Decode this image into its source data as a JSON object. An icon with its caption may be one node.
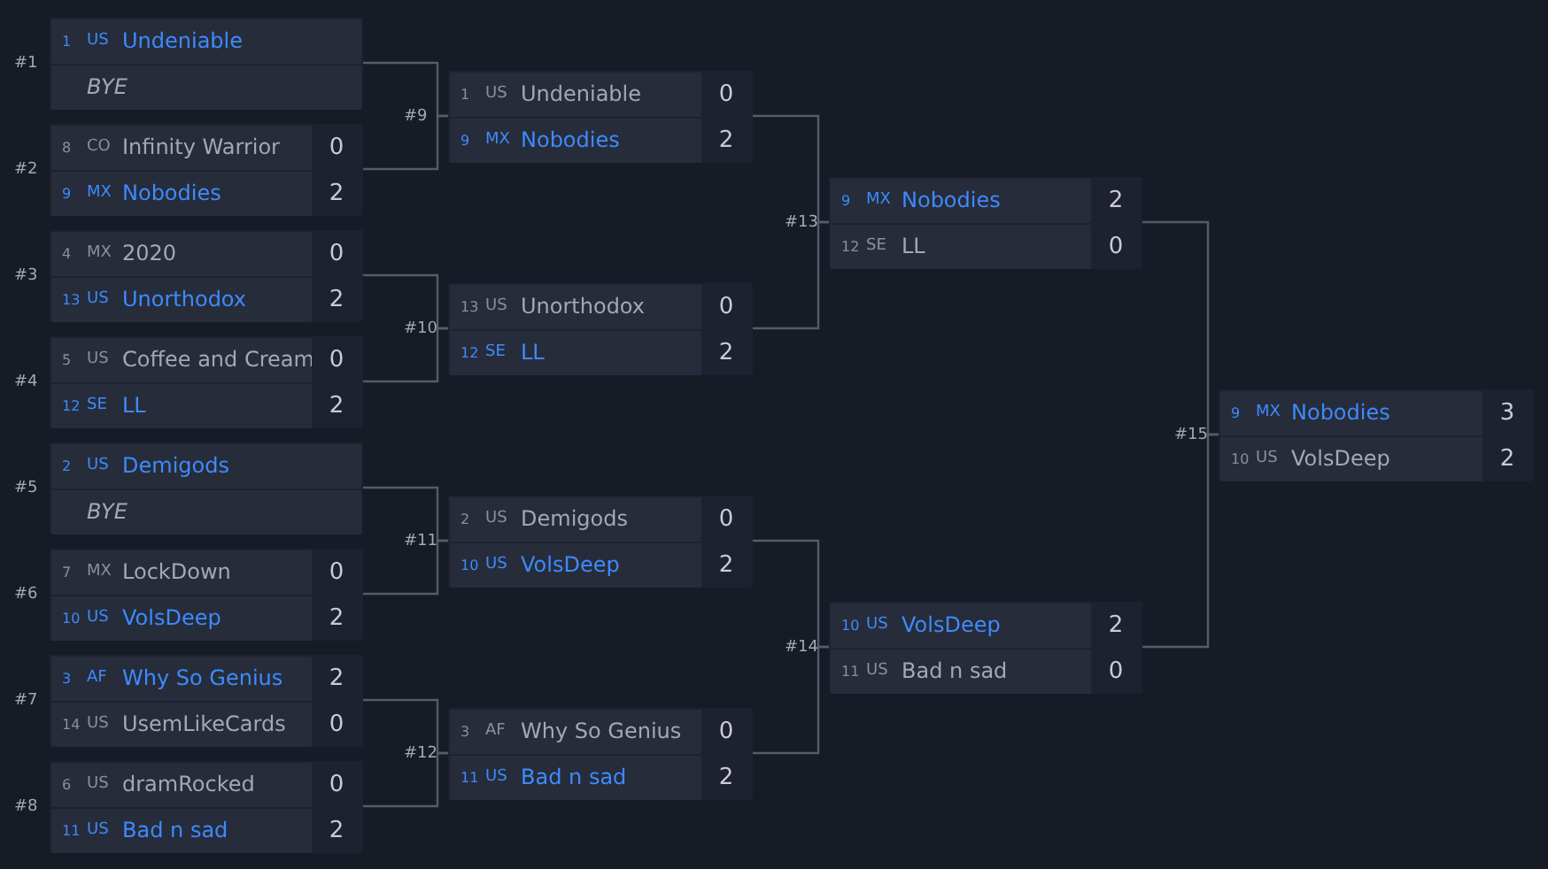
{
  "diagram": {
    "nodes": [
      {
        "text": [],
        "shape": "box",
        "beside": [
          "#1"
        ]
      },
      {
        "text": [
          "1",
          "US",
          "Undeniable"
        ],
        "in": 0
      },
      {
        "text": [
          "BYE"
        ],
        "in": 0
      },
      {
        "text": [],
        "shape": "box",
        "beside": [
          "#2"
        ]
      },
      {
        "text": [
          "8",
          "CO",
          "Infinity Warrior",
          "0"
        ],
        "in": 3
      },
      {
        "text": [
          "9",
          "MX",
          "Nobodies",
          "2"
        ],
        "in": 3
      },
      {
        "text": [],
        "shape": "box",
        "beside": [
          "#3"
        ]
      },
      {
        "text": [
          "4",
          "MX",
          "2020",
          "0"
        ],
        "in": 6
      },
      {
        "text": [
          "13",
          "US",
          "Unorthodox",
          "2"
        ],
        "in": 6
      },
      {
        "text": [],
        "shape": "box",
        "beside": [
          "#4"
        ]
      },
      {
        "text": [
          "5",
          "US",
          "Coffee and Cream",
          "0"
        ],
        "in": 9
      },
      {
        "text": [
          "12",
          "SE",
          "LL",
          "2"
        ],
        "in": 9
      },
      {
        "text": [],
        "shape": "box",
        "beside": [
          "#5"
        ]
      },
      {
        "text": [
          "2",
          "US",
          "Demigods"
        ],
        "in": 12
      },
      {
        "text": [
          "BYE"
        ],
        "in": 12
      },
      {
        "text": [],
        "shape": "box",
        "beside": [
          "#6"
        ]
      },
      {
        "text": [
          "7",
          "MX",
          "LockDown",
          "0"
        ],
        "in": 15
      },
      {
        "text": [
          "10",
          "US",
          "VolsDeep",
          "2"
        ],
        "in": 15
      },
      {
        "text": [],
        "shape": "box",
        "beside": [
          "#7"
        ]
      },
      {
        "text": [
          "3",
          "AF",
          "Why So Genius",
          "2"
        ],
        "in": 18
      },
      {
        "text": [
          "14",
          "US",
          "UsemLikeCards",
          "0"
        ],
        "in": 18
      },
      {
        "text": [],
        "shape": "box",
        "beside": [
          "#8"
        ]
      },
      {
        "text": [
          "6",
          "US",
          "dramRocked",
          "0"
        ],
        "in": 21
      },
      {
        "text": [
          "11",
          "US",
          "Bad n sad",
          "2"
        ],
        "in": 21
      },
      {
        "text": [],
        "shape": "box",
        "beside": [
          "#9"
        ]
      },
      {
        "text": [
          "1",
          "US",
          "Undeniable",
          "0"
        ],
        "in": 24
      },
      {
        "text": [
          "9",
          "MX",
          "Nobodies",
          "2"
        ],
        "in": 24
      },
      {
        "text": [],
        "shape": "box",
        "beside": [
          "#10"
        ]
      },
      {
        "text": [
          "13",
          "US",
          "Unorthodox",
          "0"
        ],
        "in": 27
      },
      {
        "text": [
          "12",
          "SE",
          "LL",
          "2"
        ],
        "in": 27
      },
      {
        "text": [],
        "shape": "box",
        "beside": [
          "#11"
        ]
      },
      {
        "text": [
          "2",
          "US",
          "Demigods",
          "0"
        ],
        "in": 30
      },
      {
        "text": [
          "10",
          "US",
          "VolsDeep",
          "2"
        ],
        "in": 30
      },
      {
        "text": [],
        "shape": "box",
        "beside": [
          "#12"
        ]
      },
      {
        "text": [
          "3",
          "AF",
          "Why So Genius",
          "0"
        ],
        "in": 33
      },
      {
        "text": [
          "11",
          "US",
          "Bad n sad",
          "2"
        ],
        "in": 33
      },
      {
        "text": [],
        "shape": "box",
        "beside": [
          "#13"
        ]
      },
      {
        "text": [
          "9",
          "MX",
          "Nobodies",
          "2"
        ],
        "in": 36
      },
      {
        "text": [
          "12",
          "SE",
          "LL",
          "0"
        ],
        "in": 36
      },
      {
        "text": [],
        "shape": "box",
        "beside": [
          "#14"
        ]
      },
      {
        "text": [
          "10",
          "US",
          "VolsDeep",
          "2"
        ],
        "in": 39
      },
      {
        "text": [
          "11",
          "US",
          "Bad n sad",
          "0"
        ],
        "in": 39
      },
      {
        "text": [],
        "shape": "box",
        "beside": [
          "#15"
        ]
      },
      {
        "text": [
          "9",
          "MX",
          "Nobodies",
          "3"
        ],
        "in": 42
      },
      {
        "text": [
          "10",
          "US",
          "VolsDeep",
          "2"
        ],
        "in": 42
      }
    ],
    "edges": [
      {
        "from": 0,
        "to": 24,
        "arrow": "none"
      },
      {
        "from": 3,
        "to": 24,
        "arrow": "none"
      },
      {
        "from": 6,
        "to": 27,
        "arrow": "none"
      },
      {
        "from": 9,
        "to": 27,
        "arrow": "none"
      },
      {
        "from": 12,
        "to": 30,
        "arrow": "none"
      },
      {
        "from": 15,
        "to": 30,
        "arrow": "none"
      },
      {
        "from": 18,
        "to": 33,
        "arrow": "none"
      },
      {
        "from": 21,
        "to": 33,
        "arrow": "none"
      },
      {
        "from": 24,
        "to": 36,
        "arrow": "none"
      },
      {
        "from": 27,
        "to": 36,
        "arrow": "none"
      },
      {
        "from": 30,
        "to": 39,
        "arrow": "none"
      },
      {
        "from": 33,
        "to": 39,
        "arrow": "none"
      },
      {
        "from": 36,
        "to": 42,
        "arrow": "none"
      },
      {
        "from": 39,
        "to": 42,
        "arrow": "none"
      }
    ]
  }
}
